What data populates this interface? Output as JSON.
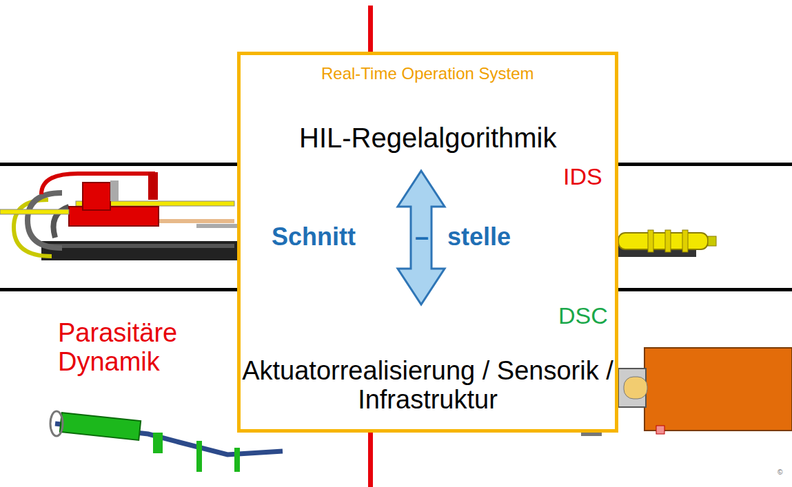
{
  "diagram": {
    "nodes": [
      {
        "text": [
          "Real-Time Operation System",
          "HIL-Regelalgorithmik",
          "IDS",
          "Schnitt",
          "–",
          "stelle",
          "DSC",
          "Aktuatorrealisierung / Sensorik / Infrastruktur"
        ]
      }
    ],
    "labels": [
      "Parasitäre Dynamik",
      "©"
    ]
  }
}
